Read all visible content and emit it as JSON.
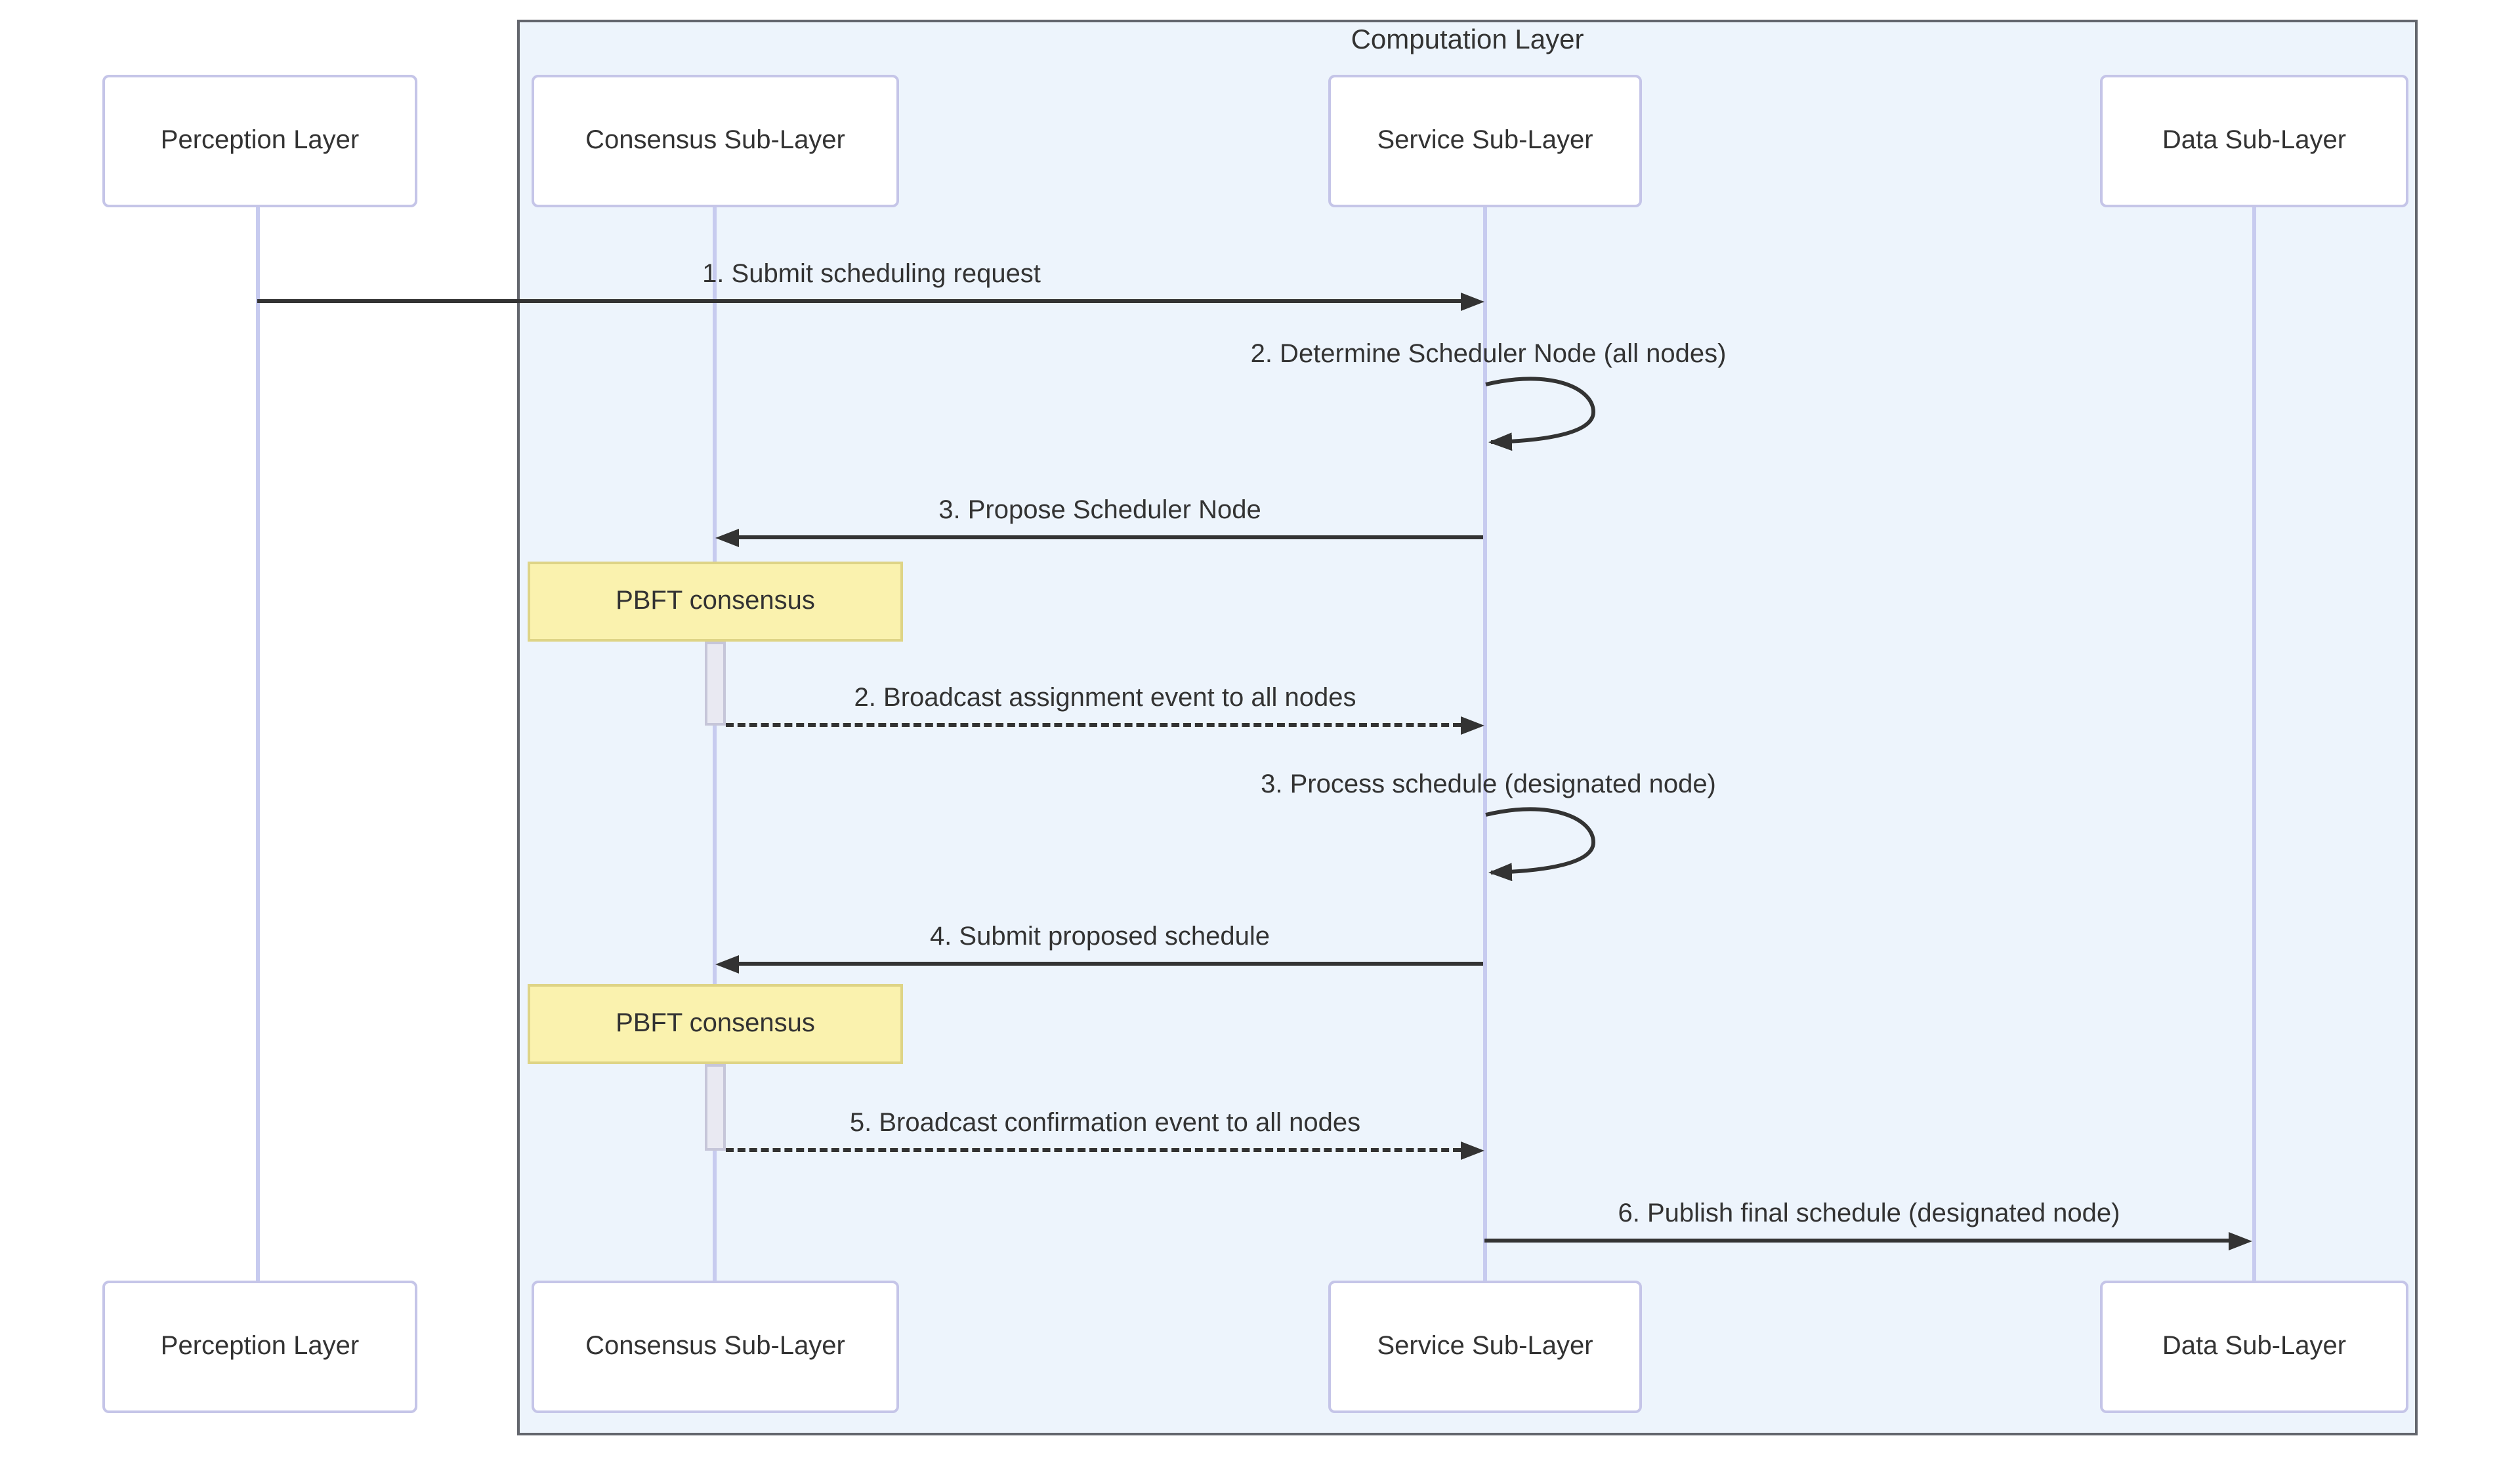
{
  "diagram": {
    "type": "sequence-diagram",
    "frame": {
      "label": "Computation Layer"
    },
    "participants": [
      {
        "id": "perception",
        "label": "Perception Layer",
        "inside_frame": false
      },
      {
        "id": "consensus",
        "label": "Consensus Sub-Layer",
        "inside_frame": true
      },
      {
        "id": "service",
        "label": "Service Sub-Layer",
        "inside_frame": true
      },
      {
        "id": "data",
        "label": "Data Sub-Layer",
        "inside_frame": true
      }
    ],
    "messages": [
      {
        "label": "1. Submit scheduling request",
        "from": "perception",
        "to": "service",
        "line": "solid"
      },
      {
        "label": "2. Determine Scheduler Node (all nodes)",
        "from": "service",
        "to": "service",
        "line": "self"
      },
      {
        "label": "3. Propose Scheduler Node",
        "from": "service",
        "to": "consensus",
        "line": "solid"
      },
      {
        "label": "2. Broadcast assignment event to all nodes",
        "from": "consensus",
        "to": "service",
        "line": "dashed"
      },
      {
        "label": "3. Process schedule (designated node)",
        "from": "service",
        "to": "service",
        "line": "self"
      },
      {
        "label": "4. Submit proposed schedule",
        "from": "service",
        "to": "consensus",
        "line": "solid"
      },
      {
        "label": "5. Broadcast confirmation event to all nodes",
        "from": "consensus",
        "to": "service",
        "line": "dashed"
      },
      {
        "label": "6. Publish final schedule (designated node)",
        "from": "service",
        "to": "data",
        "line": "solid"
      }
    ],
    "notes": [
      {
        "label": "PBFT consensus",
        "over": "consensus"
      },
      {
        "label": "PBFT consensus",
        "over": "consensus"
      }
    ],
    "colors": {
      "frame_background": "#EDF4FC",
      "frame_border": "#63666D",
      "actor_fill": "#FFFFFF",
      "actor_border": "#C5C5E8",
      "lifeline": "#C7CBEF",
      "note_fill": "#FAF2AE",
      "note_border": "#DED486",
      "activation_fill": "#E9E9F2",
      "activation_border": "#C6C6D9",
      "message_line": "#333333",
      "text": "#333333"
    }
  }
}
